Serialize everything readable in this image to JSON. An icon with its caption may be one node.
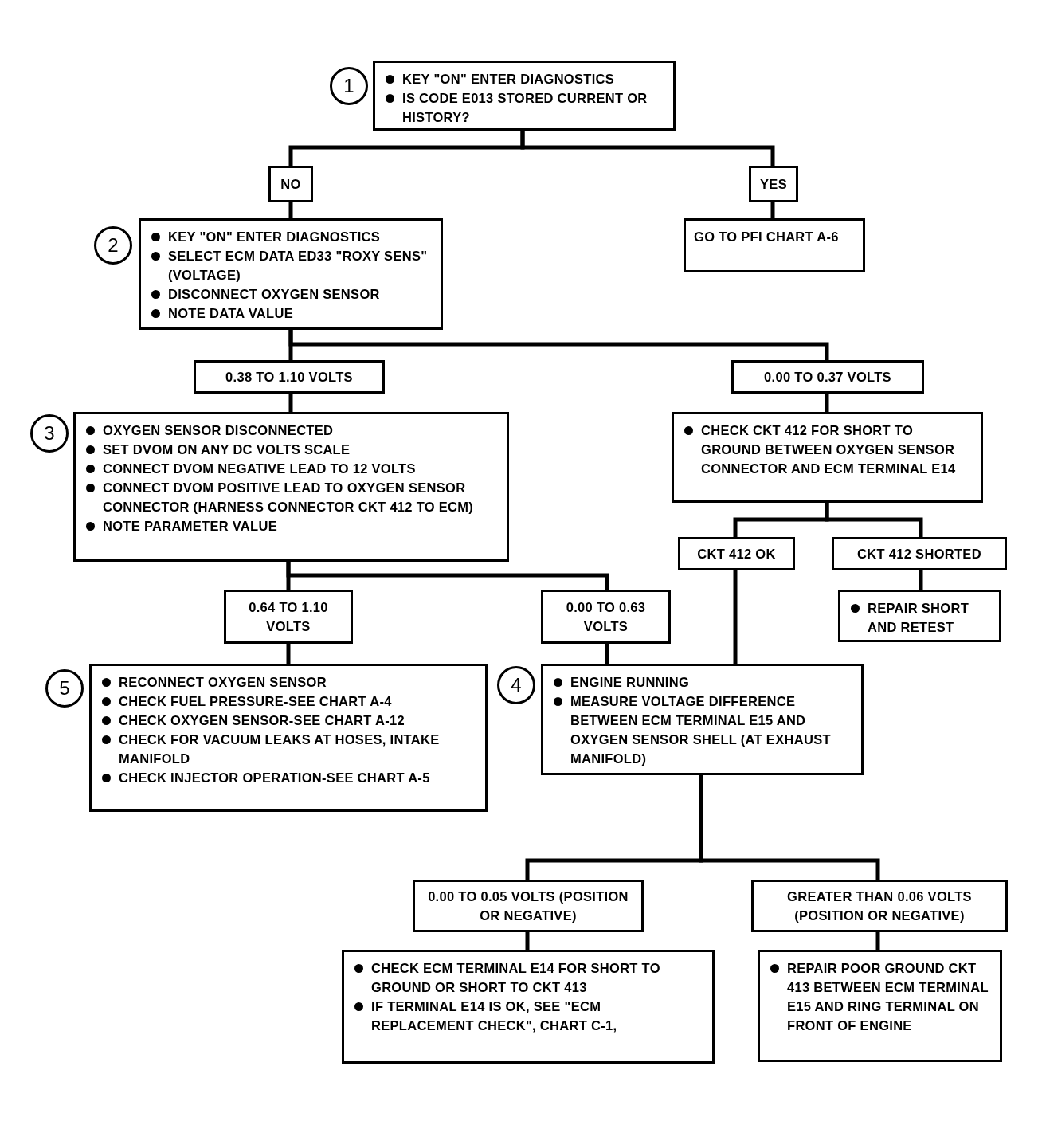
{
  "diagram": {
    "nodes": [
      {
        "text": [
          "1"
        ]
      },
      {
        "text": [
          "KEY \"ON\" ENTER DIAGNOSTICS",
          "IS CODE E013 STORED CURRENT OR HISTORY?"
        ]
      },
      {
        "text": [
          "NO"
        ]
      },
      {
        "text": [
          "YES"
        ]
      },
      {
        "text": [
          "2"
        ]
      },
      {
        "text": [
          "KEY \"ON\" ENTER DIAGNOSTICS",
          "SELECT ECM DATA ED33 \"ROXY SENS\" (VOLTAGE)",
          "DISCONNECT OXYGEN SENSOR",
          "NOTE DATA VALUE"
        ]
      },
      {
        "text": [
          "GO TO PFI CHART A-6"
        ]
      },
      {
        "text": [
          "0.38 TO 1.10 VOLTS"
        ]
      },
      {
        "text": [
          "0.00 TO 0.37 VOLTS"
        ]
      },
      {
        "text": [
          "3"
        ]
      },
      {
        "text": [
          "OXYGEN SENSOR DISCONNECTED",
          "SET DVOM ON ANY DC VOLTS SCALE",
          "CONNECT DVOM NEGATIVE LEAD TO 12 VOLTS",
          "CONNECT DVOM POSITIVE LEAD TO OXYGEN SENSOR CONNECTOR (HARNESS CONNECTOR CKT 412 TO ECM)",
          "NOTE PARAMETER VALUE"
        ]
      },
      {
        "text": [
          "CHECK CKT 412 FOR SHORT TO GROUND BETWEEN OXYGEN SENSOR CONNECTOR AND ECM TERMINAL E14"
        ]
      },
      {
        "text": [
          "CKT 412 OK"
        ]
      },
      {
        "text": [
          "CKT 412 SHORTED"
        ]
      },
      {
        "text": [
          "0.64 TO 1.10 VOLTS"
        ]
      },
      {
        "text": [
          "0.00 TO 0.63 VOLTS"
        ]
      },
      {
        "text": [
          "REPAIR SHORT AND RETEST"
        ]
      },
      {
        "text": [
          "5"
        ]
      },
      {
        "text": [
          "RECONNECT OXYGEN SENSOR",
          "CHECK FUEL PRESSURE-SEE CHART A-4",
          "CHECK OXYGEN SENSOR-SEE CHART A-12",
          "CHECK FOR VACUUM LEAKS AT HOSES, INTAKE MANIFOLD",
          "CHECK INJECTOR OPERATION-SEE CHART A-5"
        ]
      },
      {
        "text": [
          "4"
        ]
      },
      {
        "text": [
          "ENGINE RUNNING",
          "MEASURE VOLTAGE DIFFERENCE BETWEEN ECM TERMINAL E15 AND OXYGEN SENSOR SHELL (AT EXHAUST MANIFOLD)"
        ]
      },
      {
        "text": [
          "0.00 TO 0.05 VOLTS (POSITION OR NEGATIVE)"
        ]
      },
      {
        "text": [
          "GREATER THAN 0.06 VOLTS (POSITION OR NEGATIVE)"
        ]
      },
      {
        "text": [
          "CHECK ECM TERMINAL E14 FOR SHORT TO GROUND OR SHORT TO CKT 413",
          "IF TERMINAL E14 IS OK, SEE \"ECM REPLACEMENT CHECK\", CHART C-1,"
        ]
      },
      {
        "text": [
          "REPAIR POOR GROUND CKT 413 BETWEEN ECM TERMINAL E15 AND RING TERMINAL ON FRONT OF ENGINE"
        ]
      }
    ],
    "edges": [
      {
        "from": 1,
        "to": 2,
        "arrow": "none"
      },
      {
        "from": 1,
        "to": 3,
        "arrow": "none"
      },
      {
        "from": 3,
        "to": 6,
        "arrow": "none"
      },
      {
        "from": 2,
        "to": 5,
        "arrow": "none"
      },
      {
        "from": 5,
        "to": 7,
        "arrow": "none"
      },
      {
        "from": 5,
        "to": 8,
        "arrow": "none"
      },
      {
        "from": 7,
        "to": 10,
        "arrow": "none"
      },
      {
        "from": 8,
        "to": 11,
        "arrow": "none"
      },
      {
        "from": 11,
        "to": 12,
        "arrow": "none"
      },
      {
        "from": 11,
        "to": 13,
        "arrow": "none"
      },
      {
        "from": 13,
        "to": 16,
        "arrow": "none"
      },
      {
        "from": 12,
        "to": 20,
        "arrow": "none"
      },
      {
        "from": 10,
        "to": 14,
        "arrow": "none"
      },
      {
        "from": 10,
        "to": 15,
        "arrow": "none"
      },
      {
        "from": 14,
        "to": 18,
        "arrow": "none"
      },
      {
        "from": 15,
        "to": 20,
        "arrow": "none"
      },
      {
        "from": 20,
        "to": 21,
        "arrow": "none"
      },
      {
        "from": 20,
        "to": 22,
        "arrow": "none"
      },
      {
        "from": 21,
        "to": 23,
        "arrow": "none"
      },
      {
        "from": 22,
        "to": 24,
        "arrow": "none"
      }
    ]
  }
}
